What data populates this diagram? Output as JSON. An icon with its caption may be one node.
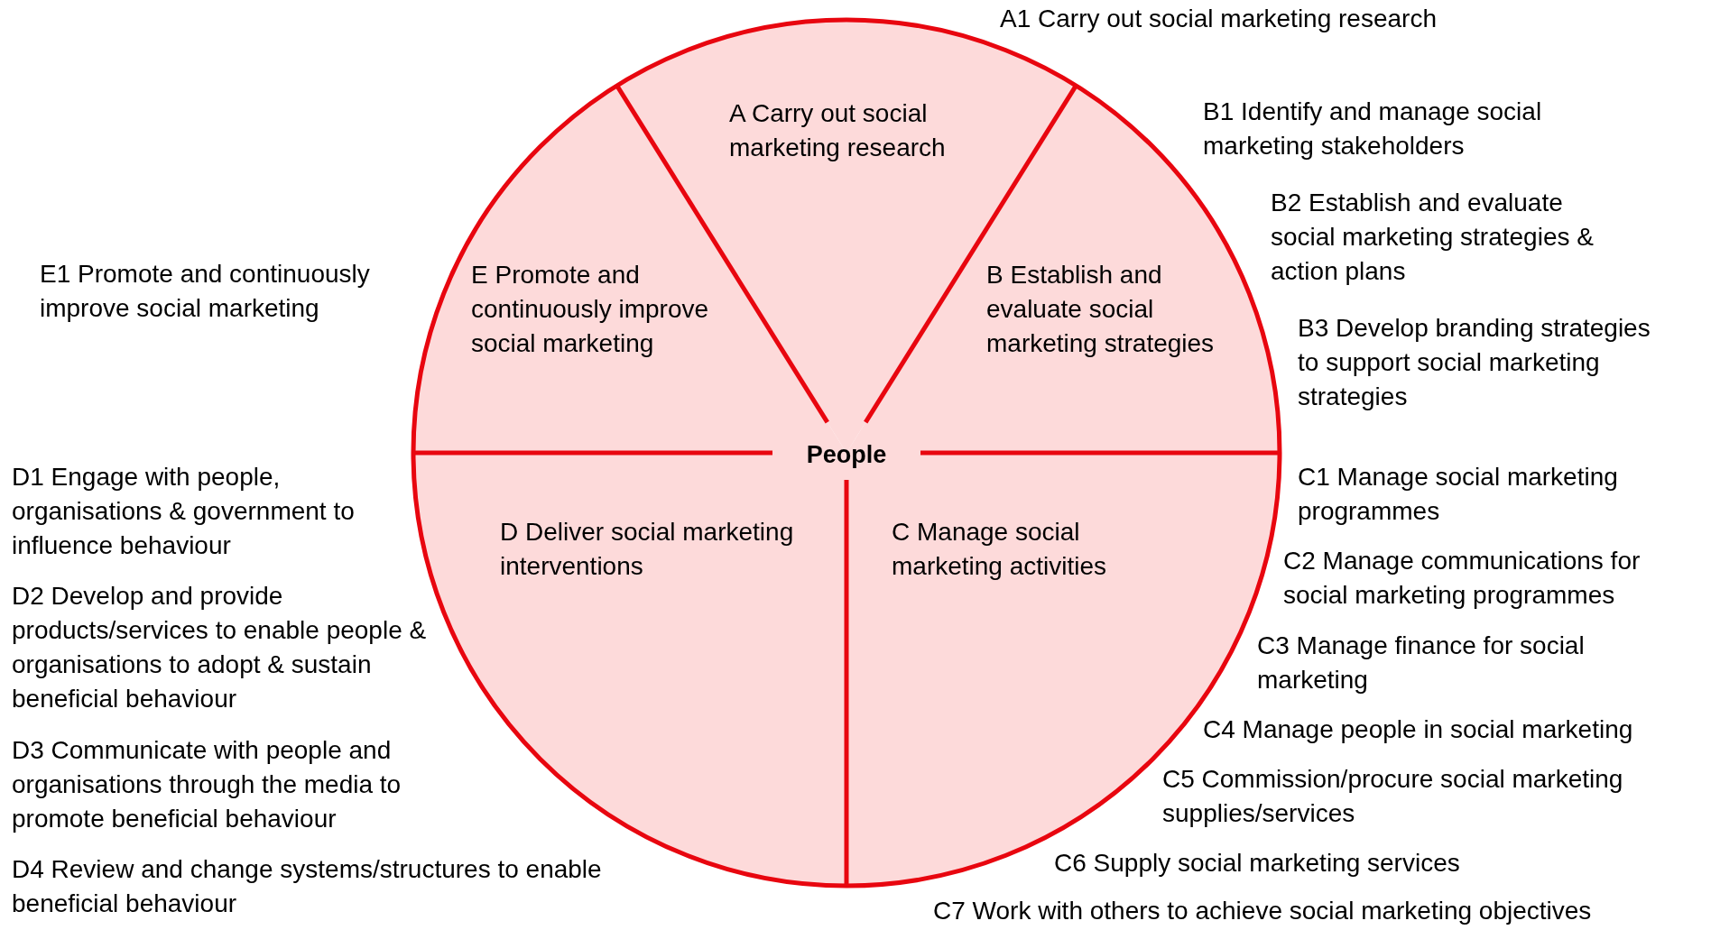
{
  "diagram": {
    "nodes": [
      {
        "text": [
          "A Carry out social marketing research"
        ]
      },
      {
        "text": [
          "B Establish and evaluate social marketing strategies"
        ]
      },
      {
        "text": [
          "C Manage social marketing activities"
        ]
      },
      {
        "text": [
          "D Deliver social marketing interventions"
        ]
      },
      {
        "text": [
          "E Promote and continuously improve social marketing"
        ]
      }
    ],
    "labels": [
      "A1 Carry out social marketing research",
      "B1 Identify and manage social marketing stakeholders",
      "B2 Establish and evaluate social marketing strategies & action plans",
      "B3 Develop branding strategies to support social marketing strategies",
      "C1 Manage social marketing programmes",
      "C2 Manage communications for social marketing programmes",
      "C3 Manage finance for social marketing",
      "C4 Manage people in social marketing",
      "C5 Commission/procure social marketing supplies/services",
      "C6 Supply social marketing services",
      "C7 Work with others to achieve social marketing objectives",
      "D1 Engage with people, organisations & government to influence behaviour",
      "D2 Develop and provide products/services to enable people & organisations to adopt & sustain beneficial behaviour",
      "D3 Communicate with people and organisations through the media to promote beneficial behaviour",
      "D4 Review and change systems/structures to enable beneficial behaviour",
      "E1 Promote and continuously improve social marketing",
      "People"
    ]
  }
}
